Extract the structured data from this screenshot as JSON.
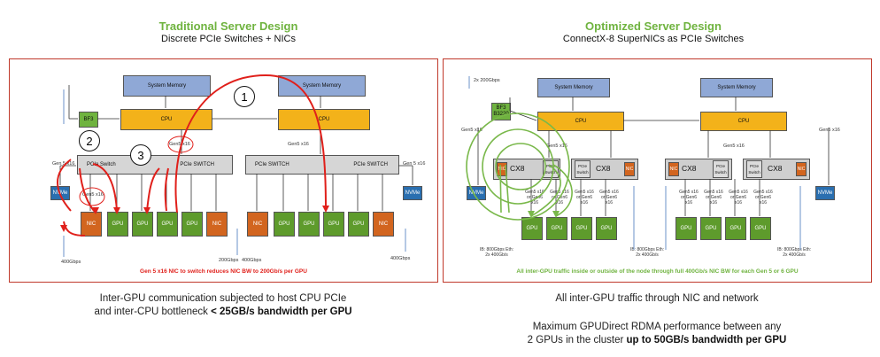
{
  "left": {
    "title": "Traditional Server Design",
    "subtitle": "Discrete PCIe Switches + NICs",
    "system_memory": "System Memory",
    "cpu": "CPU",
    "bf3": "BF3",
    "pcie_switch": "PCIe SWITCH",
    "pcie_switch_short": "PCIe Switch",
    "gen5_x16": "Gen5 x16",
    "gen5_x16_alt": "Gen 5 x16",
    "nvme": "NVMe",
    "nic": "NIC",
    "gpu": "GPU",
    "bw_400": "400Gbps",
    "bw_200": "200Gbps",
    "steps": [
      "1",
      "2",
      "3"
    ],
    "footer_note": "Gen 5 x16 NIC to switch reduces NIC BW to 200Gb/s per GPU",
    "caption_line1": "Inter-GPU communication subjected to host CPU PCIe",
    "caption_line2_pre": "and inter-CPU bottleneck ",
    "caption_line2_bold": "< 25GB/s bandwidth per GPU"
  },
  "right": {
    "title": "Optimized Server Design",
    "subtitle": "ConnectX-8 SuperNICs as PCIe Switches",
    "system_memory": "System Memory",
    "cpu": "CPU",
    "bf3": "BF3",
    "bf3_sub": "B3220",
    "bw_top": "2x 200Gbps",
    "cx8": "CX8",
    "pcie_switch": "PCIe Switch",
    "nic": "NIC",
    "gpu": "GPU",
    "nvme": "NVMe",
    "gen5_x16": "Gen5 x16",
    "gen_link": "Gen5 x16 or Gen6 x16",
    "ib_eth": "IB: 800Gbps Eth: 2x 400Gb/s",
    "footer_note": "All inter-GPU traffic inside or outside of the node through full 400Gb/s NIC BW for each Gen 5 or 6 GPU",
    "caption1": "All inter-GPU traffic through NIC and network",
    "caption2_line1": "Maximum GPUDirect RDMA performance between any",
    "caption2_line2_pre": "2 GPUs in the cluster ",
    "caption2_line2_bold": "up to 50GB/s bandwidth per GPU"
  },
  "colors": {
    "title_green": "#6fb33f",
    "panel_border": "#c0392b",
    "gpu": "#5e9b2c",
    "nic": "#d2651f",
    "cpu": "#f3b21a",
    "memory": "#8fa8d6",
    "nvme": "#2a6fb0",
    "red_note": "#e0201b",
    "green_note": "#6fb33f"
  }
}
